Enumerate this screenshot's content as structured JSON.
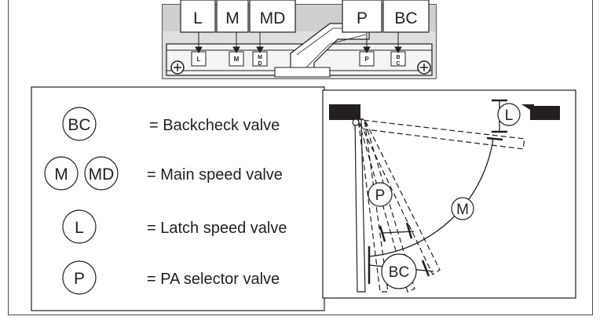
{
  "valve_tags": {
    "l": "L",
    "m": "M",
    "md": "MD",
    "p": "P",
    "bc": "BC"
  },
  "body_marks": {
    "l": "L",
    "m": "M",
    "md_top": "M",
    "md_bottom": "D",
    "p": "P",
    "bc_top": "B",
    "bc_bottom": "C"
  },
  "legend": {
    "bc_symbol": "BC",
    "bc_label": "= Backcheck valve",
    "m_symbol": "M",
    "md_symbol": "MD",
    "m_label": "= Main speed valve",
    "l_symbol": "L",
    "l_label": "= Latch speed valve",
    "p_symbol": "P",
    "p_label": "= PA selector valve"
  },
  "door_diagram": {
    "latch_marker": "L",
    "main_marker": "M",
    "pa_marker": "P",
    "backcheck_marker": "BC"
  }
}
